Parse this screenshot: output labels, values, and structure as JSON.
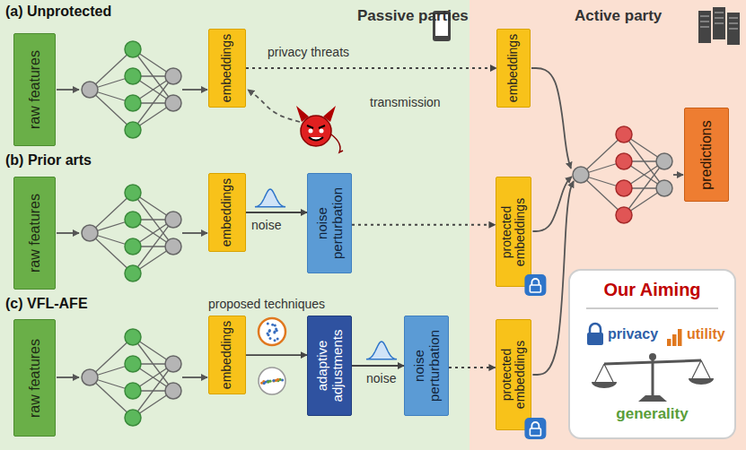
{
  "diagram": {
    "nodes": [
      {
        "text": [
          "Passive parties"
        ]
      },
      {
        "text": [
          "Active party"
        ]
      },
      {
        "text": [
          "raw features"
        ],
        "in": 0
      },
      {
        "text": [
          "embeddings"
        ],
        "in": 0
      },
      {
        "text": [
          "raw features"
        ],
        "in": 0
      },
      {
        "text": [
          "embeddings"
        ],
        "in": 0
      },
      {
        "text": [
          "noise perturbation"
        ],
        "in": 0
      },
      {
        "text": [
          "raw features"
        ],
        "in": 0
      },
      {
        "text": [
          "embeddings"
        ],
        "in": 0
      },
      {
        "text": [
          "adaptive adjustments"
        ],
        "in": 0
      },
      {
        "text": [
          "noise perturbation"
        ],
        "in": 0
      },
      {
        "text": [
          "embeddings"
        ],
        "in": 1
      },
      {
        "text": [
          "protected embeddings"
        ],
        "in": 1
      },
      {
        "text": [
          "protected embeddings"
        ],
        "in": 1
      },
      {
        "text": [
          "predictions"
        ],
        "in": 1
      },
      {
        "text": [
          "Our Aiming",
          "privacy",
          "utility",
          "generality"
        ],
        "in": 1
      }
    ],
    "edges": [
      {
        "from": 3,
        "to": 11,
        "arrow": "to"
      },
      {
        "from": 5,
        "to": 6,
        "arrow": "to"
      },
      {
        "from": 6,
        "to": 12,
        "arrow": "to"
      },
      {
        "from": 8,
        "to": 9,
        "arrow": "to"
      },
      {
        "from": 9,
        "to": 10,
        "arrow": "to"
      },
      {
        "from": 10,
        "to": 13,
        "arrow": "to"
      }
    ],
    "labels": [
      "(a) Unprotected",
      "privacy threats",
      "transmission",
      "(b) Prior arts",
      "noise",
      "(c) VFL-AFE",
      "proposed techniques",
      "noise"
    ]
  }
}
